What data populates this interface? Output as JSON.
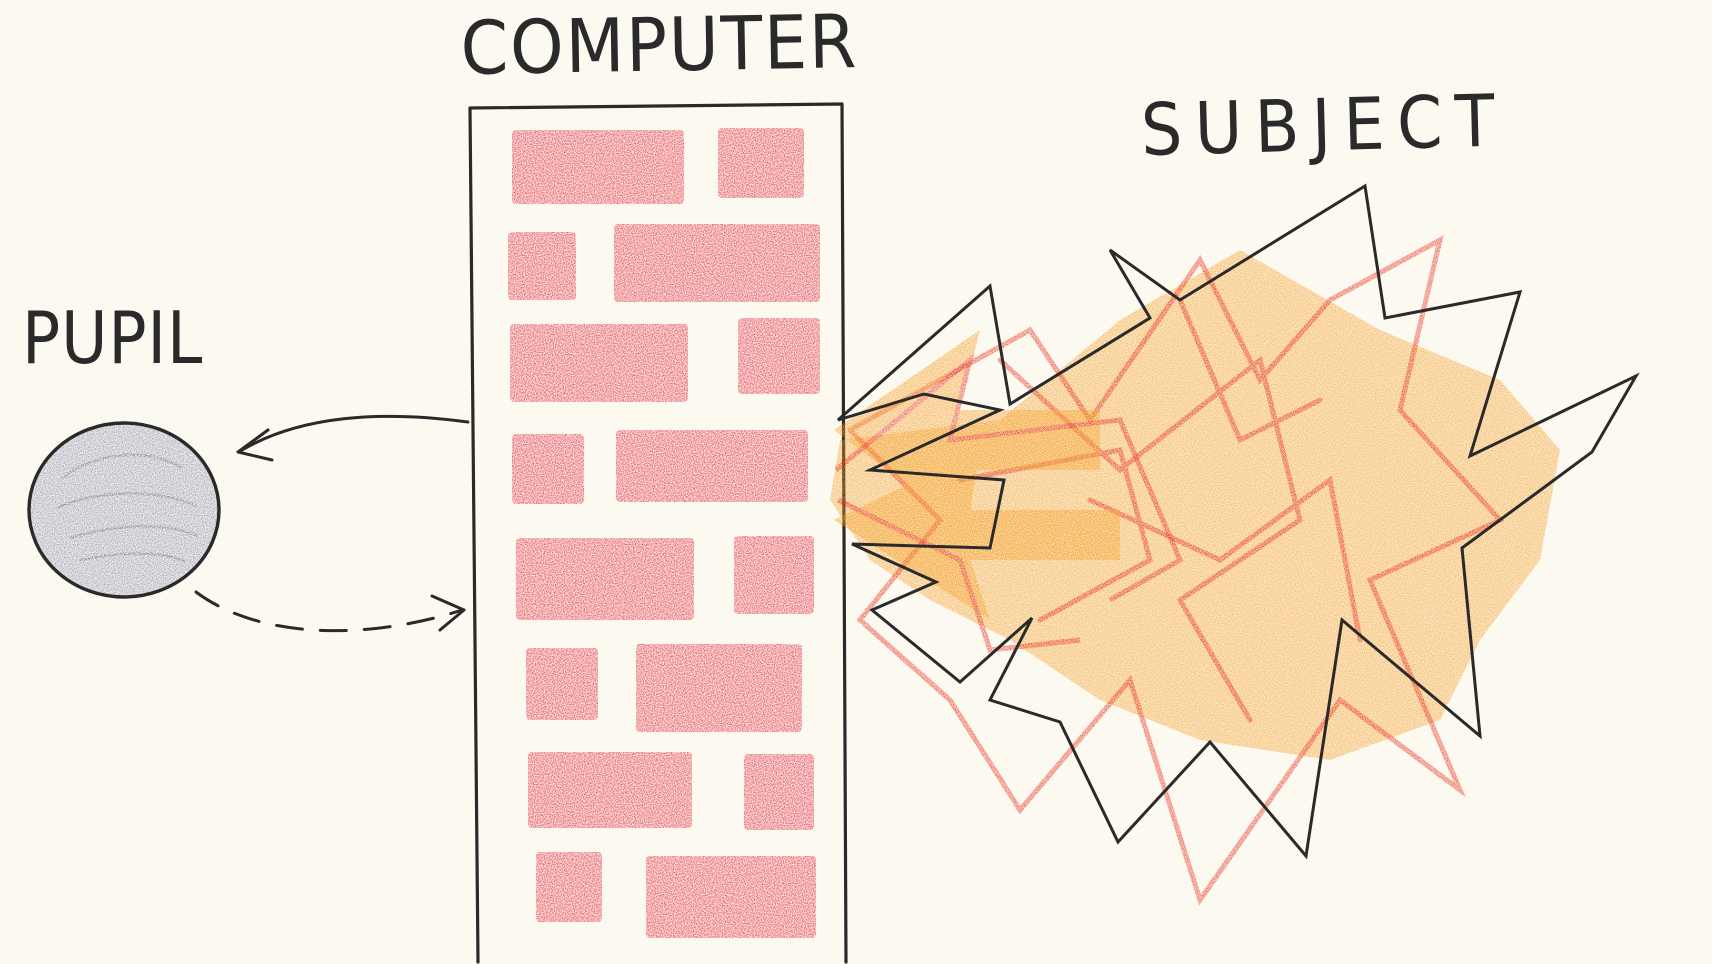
{
  "labels": {
    "computer": "COMPUTER",
    "subject": "SUBJECT",
    "pupil": "PUPIL"
  },
  "colors": {
    "paper": "#fcf9f1",
    "ink": "#2a2a2a",
    "brick_red": "#e3263a",
    "flame_orange": "#f5a02a",
    "flame_red": "#e8321e",
    "pupil_blue": "#8c8fad"
  }
}
